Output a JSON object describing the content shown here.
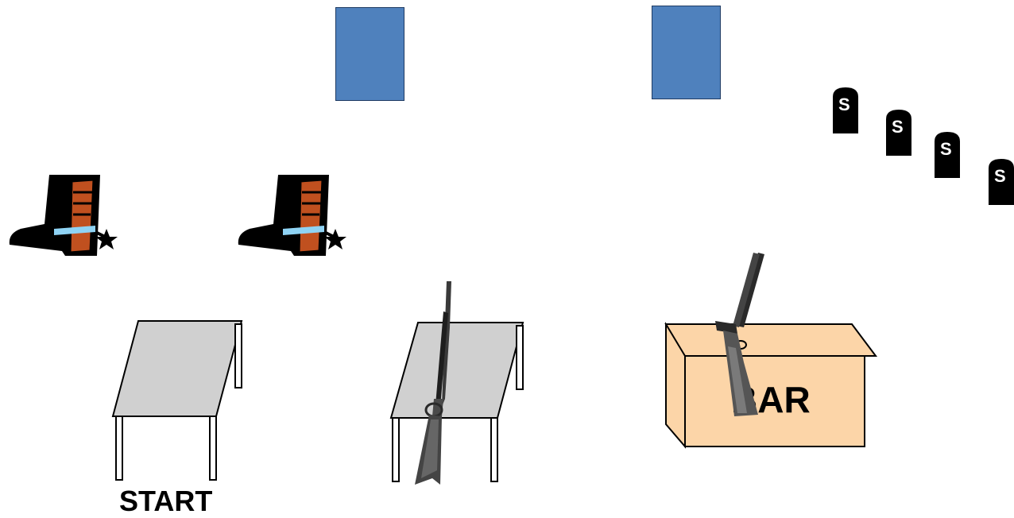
{
  "labels": {
    "start": "START",
    "box": "BAR"
  },
  "tombstones": {
    "letter": "S"
  },
  "icons": {
    "panel": "blue-rectangle",
    "boot": "cowboy-boot-icon",
    "table": "table-icon",
    "rifle": "rifle-icon",
    "shotgun": "shotgun-icon",
    "box": "cardboard-box-icon",
    "tombstone": "tombstone-icon"
  },
  "colors": {
    "panel": "#4f81bd",
    "box": "#fcd5a8",
    "table": "#d0d0d0",
    "boot_accent": "#c0501f",
    "spur_band": "#8fd3f4"
  }
}
